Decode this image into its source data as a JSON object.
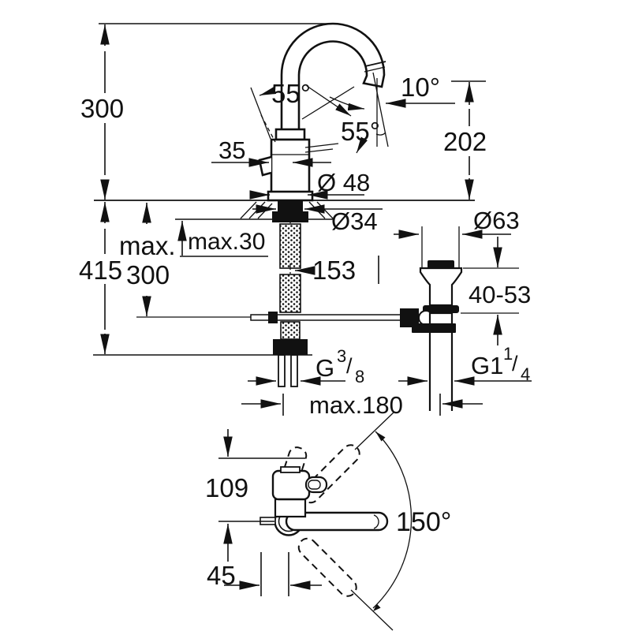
{
  "drawing": {
    "title": "Faucet technical dimension drawing",
    "subject": "Single-lever basin mixer with high C-spout and pop-up waste set",
    "views": [
      "side elevation with below-deck installation",
      "plan view with handle swing arc"
    ],
    "units": "mm",
    "colors": {
      "line": "#111111",
      "background": "#ffffff"
    }
  },
  "labels": {
    "height_above": "300",
    "depth_below": "415",
    "max_word": "max.",
    "max_value": "300",
    "deck_thickness": "max.30",
    "body_offset": "35",
    "spout_angle_top": "55°",
    "spout_angle_mid": "55°",
    "outlet_angle": "10°",
    "outlet_height": "202",
    "base_dia": "Ø 48",
    "hole_dia": "Ø34",
    "projection": "153",
    "waste_dia": "Ø63",
    "waste_deck_range": "40-53",
    "supply_thread": {
      "base": "G",
      "sup": "3",
      "slash": "/",
      "sub": "8"
    },
    "waste_thread": {
      "base": "G1",
      "sup": "1",
      "slash": "/",
      "sub": "4"
    },
    "center_distance": "max.180",
    "plan_depth": "109",
    "handle_swing": "150°",
    "plan_offset": "45"
  }
}
